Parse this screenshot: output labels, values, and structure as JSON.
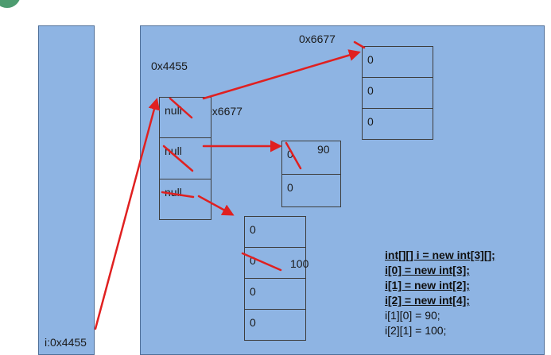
{
  "stack": {
    "variable_label": "i:0x4455"
  },
  "addresses": {
    "outer_array": "0x4455",
    "row1_address": "0x6677",
    "row0_address": "0x6677"
  },
  "outer_array": {
    "cells": [
      "null",
      "null",
      "null"
    ]
  },
  "row0": {
    "cells": [
      "0",
      "0",
      "0"
    ]
  },
  "row1": {
    "cells": [
      "0",
      "0"
    ],
    "overwrite_value": "90"
  },
  "row2": {
    "cells": [
      "0",
      "0",
      "0",
      "0"
    ],
    "overwrite_value": "100"
  },
  "code": {
    "line1": "int[][] i = new int[3][];",
    "line2": "i[0] = new int[3];",
    "line3": "i[1] = new int[2];",
    "line4": "i[2] = new int[4];",
    "line5": "i[1][0] = 90;",
    "line6": "i[2][1] = 100;"
  },
  "colors": {
    "memory_area": "#8eb4e3",
    "arrow": "#e02020",
    "corner_logo": "#2e8b57"
  }
}
